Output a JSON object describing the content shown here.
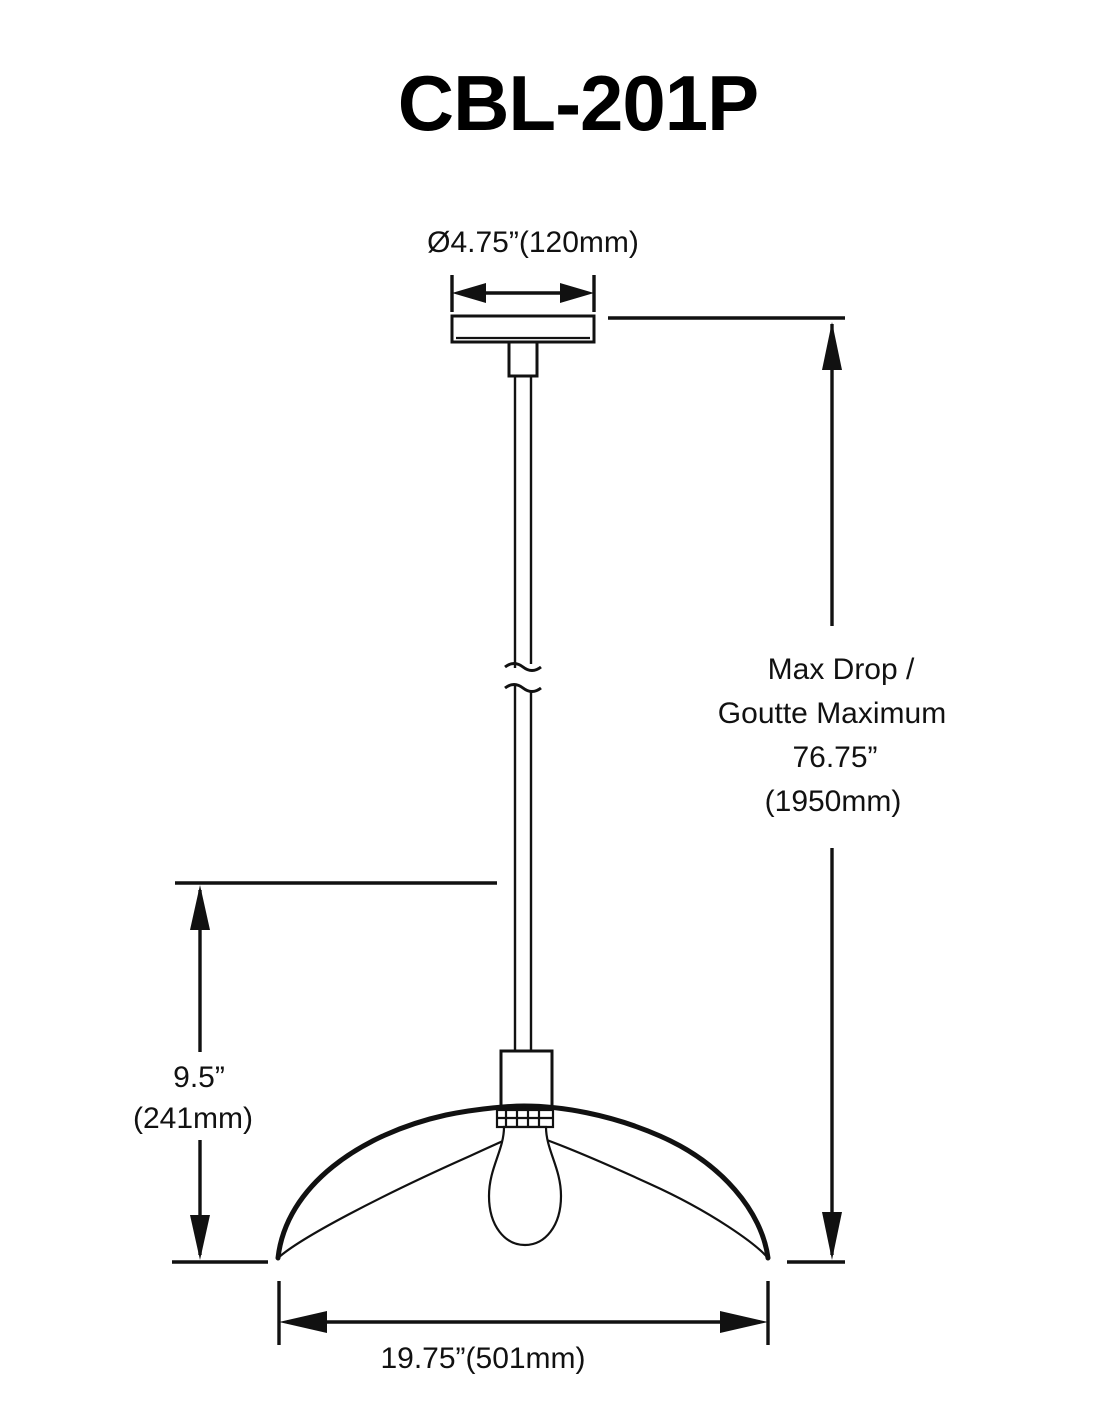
{
  "title": "CBL-201P",
  "drawing": {
    "kind": "technical-line-drawing",
    "subject": "pendant-light-fixture",
    "background_color": "#ffffff",
    "line_color": "#111111"
  },
  "dimensions": {
    "canopy_diameter": {
      "name": "canopy-diameter",
      "label": "Ø4.75”(120mm)",
      "value_in": "4.75",
      "value_mm": "120",
      "orientation": "horizontal",
      "position": "top"
    },
    "max_drop": {
      "name": "max-drop",
      "label_lines": [
        "Max Drop /",
        "Goutte Maximum",
        "76.75”",
        "(1950mm)"
      ],
      "value_in": "76.75",
      "value_mm": "1950",
      "orientation": "vertical",
      "position": "right"
    },
    "shade_height": {
      "name": "shade-height",
      "label_lines": [
        "9.5”",
        "(241mm)"
      ],
      "value_in": "9.5",
      "value_mm": "241",
      "orientation": "vertical",
      "position": "left"
    },
    "shade_width": {
      "name": "shade-width",
      "label": "19.75”(501mm)",
      "value_in": "19.75",
      "value_mm": "501",
      "orientation": "horizontal",
      "position": "bottom"
    }
  },
  "parts": [
    {
      "name": "ceiling-canopy",
      "label": "Canopy"
    },
    {
      "name": "canopy-neck",
      "label": "Neck"
    },
    {
      "name": "suspension-cord",
      "label": "Cord"
    },
    {
      "name": "cord-break-symbol",
      "label": "Break"
    },
    {
      "name": "socket-housing",
      "label": "Socket"
    },
    {
      "name": "light-bulb",
      "label": "Bulb"
    },
    {
      "name": "dome-shade",
      "label": "Shade"
    }
  ]
}
